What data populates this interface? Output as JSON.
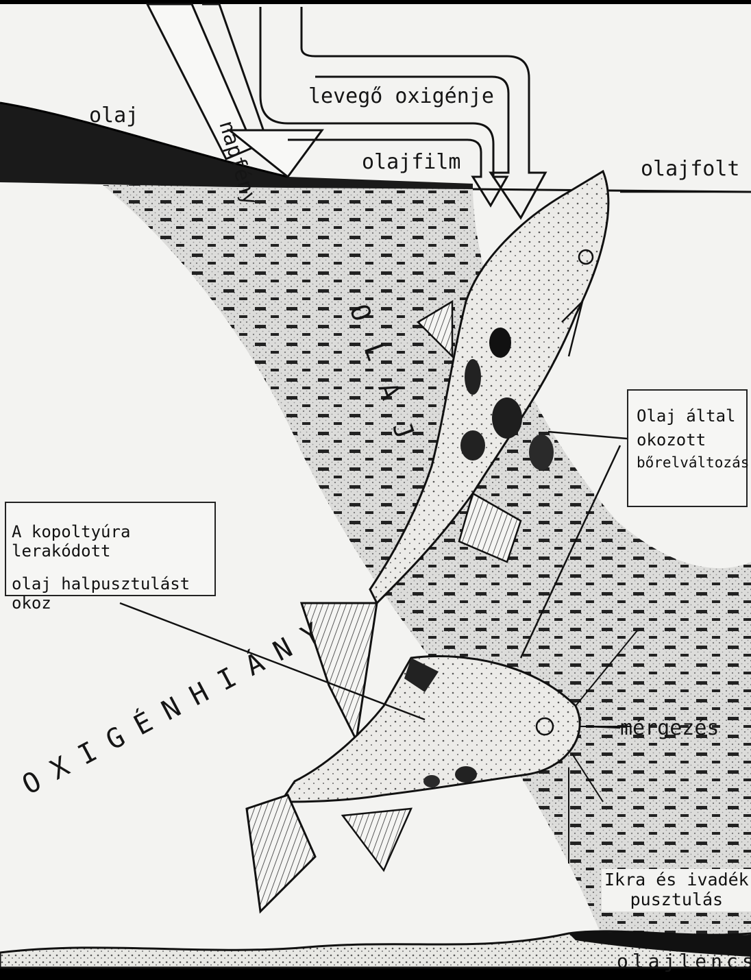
{
  "labels": {
    "napfeny": "napfény",
    "olaj": "olaj",
    "levego_oxigenje": "levegő oxigénje",
    "olajfilm": "olajfilm",
    "olajfolt": "olajfolt",
    "olaj_vertical": "OLAJ",
    "oxigenhiany": "OXIGÉNHIÁNY",
    "mergezes": "mérgezés",
    "olajlencse": "olajlencse"
  },
  "callouts": {
    "kopoltyu_line1": "A kopoltyúra lerakódott",
    "kopoltyu_line2": "olaj halpusztulást okoz",
    "borel_line1": "Olaj által",
    "borel_line2": "okozott",
    "borel_line3": "bőrelváltozás",
    "ikra_line1": "Ikra és ivadék",
    "ikra_line2": "pusztulás"
  },
  "colors": {
    "paper": "#f3f3f1",
    "ink": "#111111",
    "oil_dark": "#1a1a1a",
    "stipple": "#8a8a8a"
  }
}
